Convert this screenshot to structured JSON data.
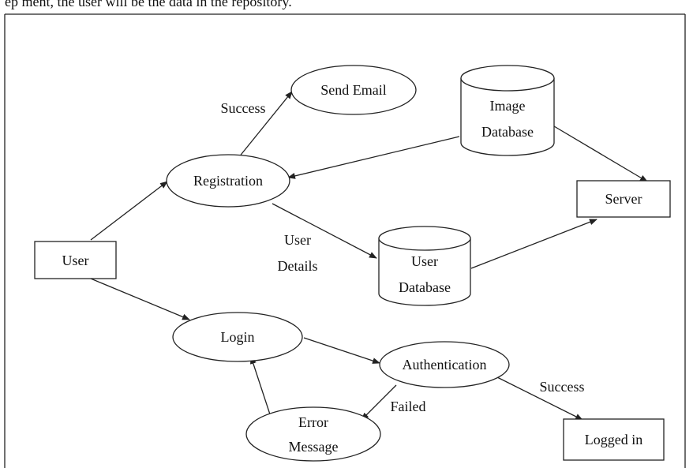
{
  "header_fragment": "ep ment, the user will be the data in the repository.",
  "colors": {
    "stroke": "#222222",
    "text": "#111111",
    "background": "#ffffff"
  },
  "nodes": {
    "user": "User",
    "registration": "Registration",
    "send_email": "Send Email",
    "image_database": [
      "Image",
      "Database"
    ],
    "server": "Server",
    "user_database": [
      "User",
      "Database"
    ],
    "login": "Login",
    "authentication": "Authentication",
    "error_message": [
      "Error",
      "Message"
    ],
    "logged_in": "Logged in"
  },
  "edge_labels": {
    "registration_success": "Success",
    "user_details": [
      "User",
      "Details"
    ],
    "auth_failed": "Failed",
    "auth_success": "Success"
  }
}
